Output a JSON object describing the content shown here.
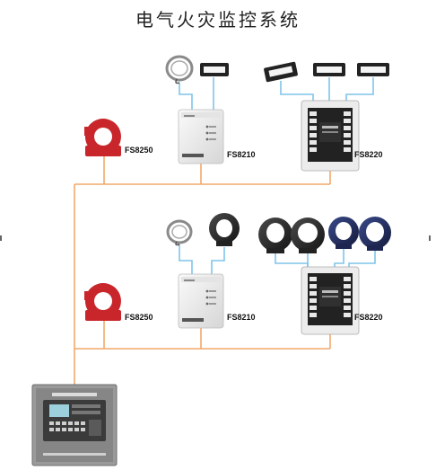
{
  "title": "电气火灾监控系统",
  "colors": {
    "bus_line": "#f2a86a",
    "sensor_line": "#7fc4ea",
    "transformer_red": "#c8262b"
  },
  "labels": {
    "fs8250_top": "FS8250",
    "fs8210_top": "FS8210",
    "fs8220_top": "FS8220",
    "fs8250_bottom": "FS8250",
    "fs8210_bottom": "FS8210",
    "fs8220_bottom": "FS8220"
  }
}
